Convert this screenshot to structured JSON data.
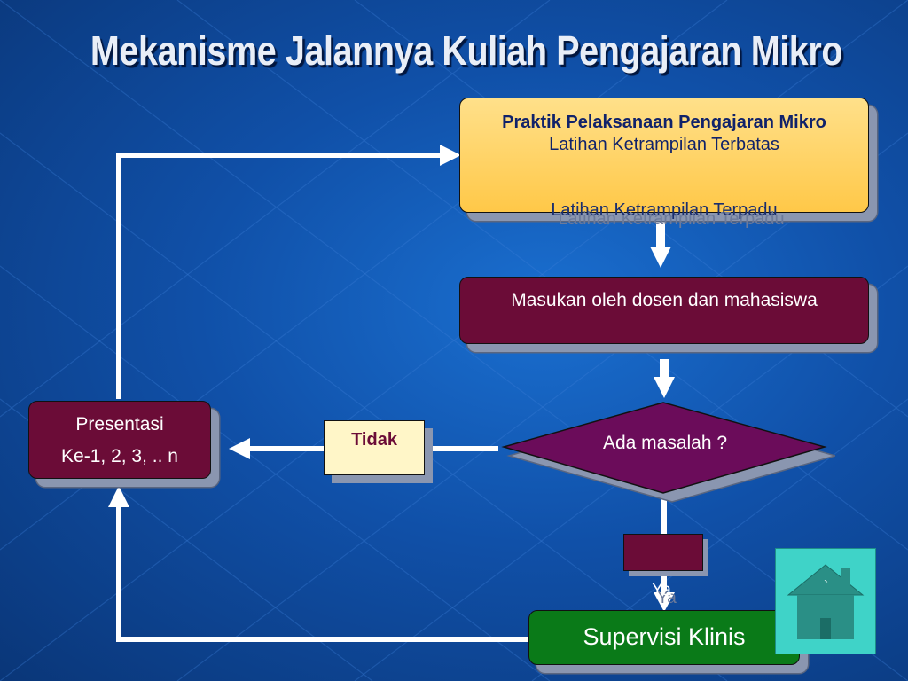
{
  "slide": {
    "title": "Mekanisme Jalannya Kuliah Pengajaran Mikro"
  },
  "nodes": {
    "practice": {
      "heading": "Praktik Pelaksanaan Pengajaran Mikro",
      "line1": "Latihan Ketrampilan Terbatas",
      "line2": "Latihan Ketrampilan Terpadu"
    },
    "feedback": {
      "label": "Masukan oleh dosen dan mahasiswa"
    },
    "decision": {
      "label": "Ada masalah ?"
    },
    "presentation": {
      "line1": "Presentasi",
      "line2": "Ke-1, 2, 3,  .. n"
    },
    "no_label": "Tidak",
    "yes_label": "Ya",
    "supervision": {
      "label": "Supervisi Klinis"
    }
  },
  "home_button": {
    "icon": "home-icon",
    "mark": "`"
  },
  "colors": {
    "background": "#1050a8",
    "yellow_box": "#ffc848",
    "maroon_box": "#6b0c37",
    "green_box": "#0a7a18",
    "diamond": "#6b0c5a",
    "home_button": "#3fd3c8"
  }
}
